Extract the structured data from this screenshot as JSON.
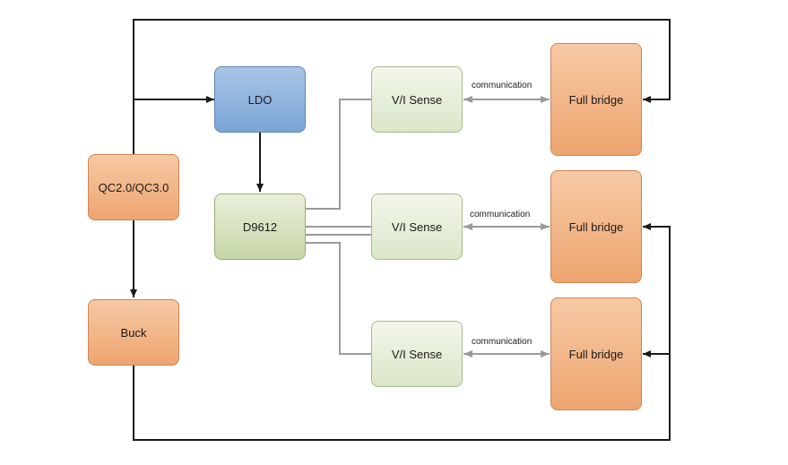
{
  "blocks": {
    "qc": "QC2.0/QC3.0",
    "buck": "Buck",
    "ldo": "LDO",
    "d9612": "D9612",
    "vi_sense_1": "V/I Sense",
    "vi_sense_2": "V/I Sense",
    "vi_sense_3": "V/I Sense",
    "full_bridge_1": "Full bridge",
    "full_bridge_2": "Full bridge",
    "full_bridge_3": "Full bridge"
  },
  "links": {
    "comm_1": "communication",
    "comm_2": "communication",
    "comm_3": "communication"
  },
  "colors": {
    "orange": "#eea570",
    "blue": "#7aa5d6",
    "green": "#c6d6a8",
    "dark_line": "#1a1a1a",
    "gray_line": "#9a9a9a"
  }
}
